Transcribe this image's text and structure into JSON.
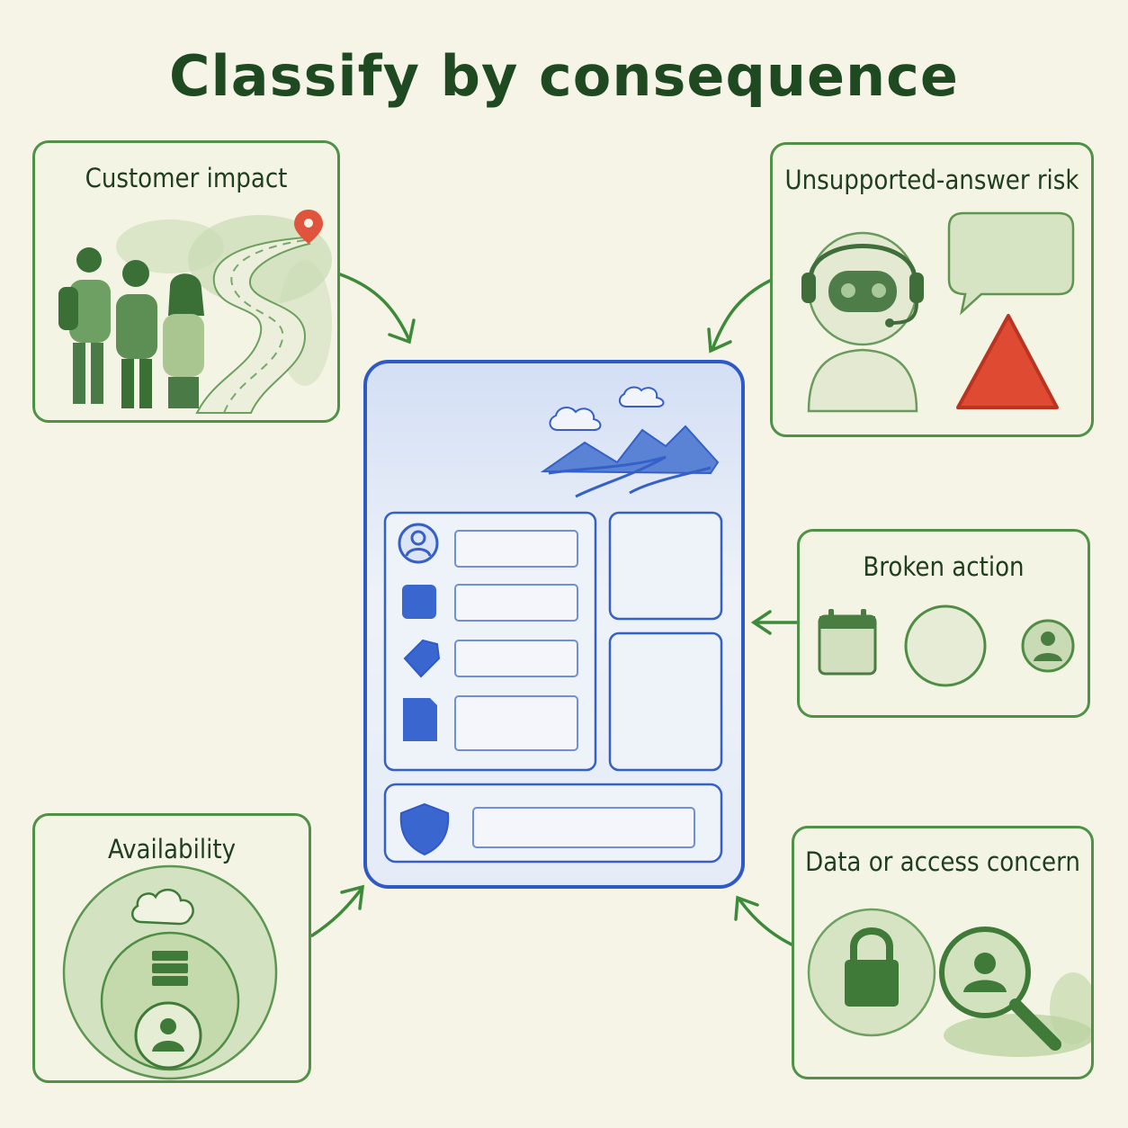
{
  "title": "Classify by consequence",
  "cards": {
    "customer_impact": {
      "title": "Customer impact"
    },
    "unsupported_answer": {
      "title": "Unsupported-answer risk"
    },
    "broken_action": {
      "title": "Broken action"
    },
    "availability": {
      "title": "Availability"
    },
    "data_access": {
      "title": "Data or access concern"
    }
  },
  "colors": {
    "background": "#f5f4e6",
    "green": "#4f9146",
    "dark_green": "#1f4a21",
    "light_green": "#c9dbb4",
    "blue": "#3560c8",
    "light_blue": "#dfe8f7",
    "warning_red": "#de4a32"
  },
  "icons": [
    "people-icon",
    "map-pin-icon",
    "robot-agent-icon",
    "speech-bubble-icon",
    "warning-triangle-icon",
    "calendar-icon",
    "circle-icon",
    "user-icon",
    "cloud-icon",
    "server-icon",
    "lock-icon",
    "magnifier-icon",
    "mountains-icon",
    "shield-icon",
    "tag-icon"
  ]
}
